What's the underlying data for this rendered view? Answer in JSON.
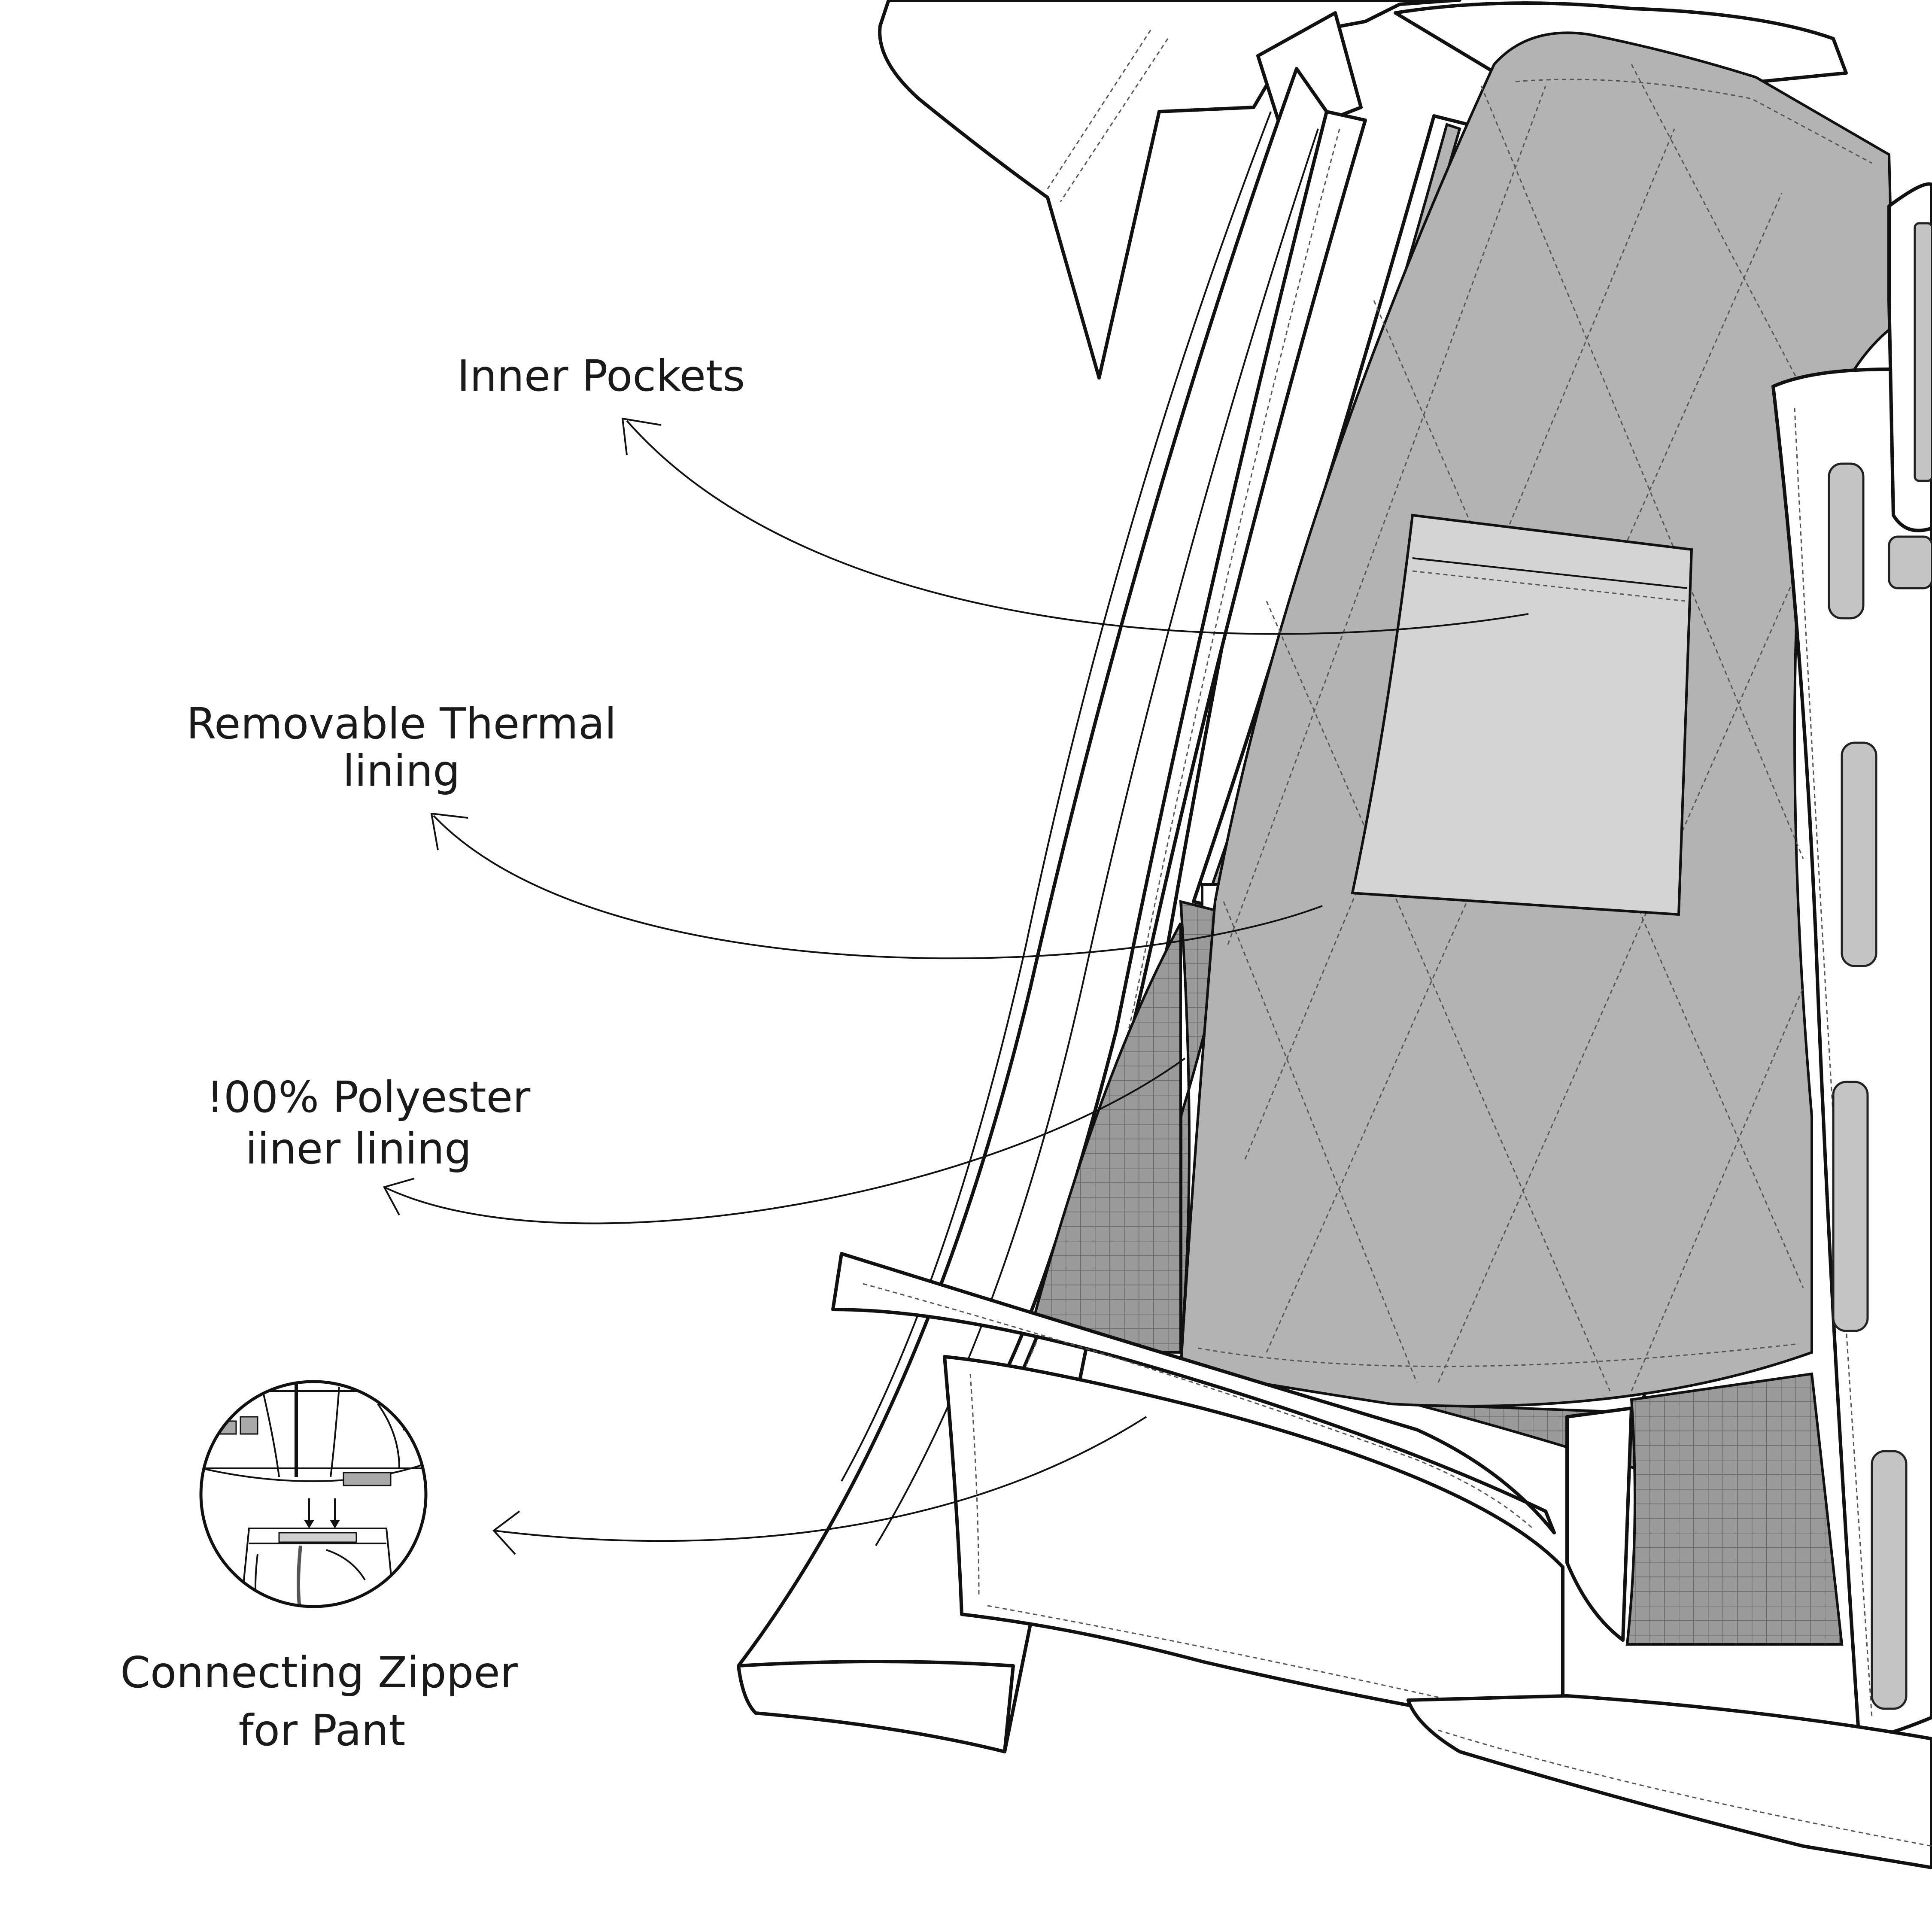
{
  "labels": {
    "inner_pockets": "Inner Pockets",
    "thermal_line1": "Removable  Thermal",
    "thermal_line2": "lining",
    "polyester_line1": "!00% Polyester",
    "polyester_line2": "iiner lining",
    "zipper_line1": "Connecting Zipper",
    "zipper_line2": "for Pant"
  },
  "colors": {
    "thermal_lining": "#b3b3b3",
    "pocket": "#d4d4d4",
    "mesh_lining": "#9a9a9a",
    "outline": "#111111",
    "background": "#ffffff"
  }
}
